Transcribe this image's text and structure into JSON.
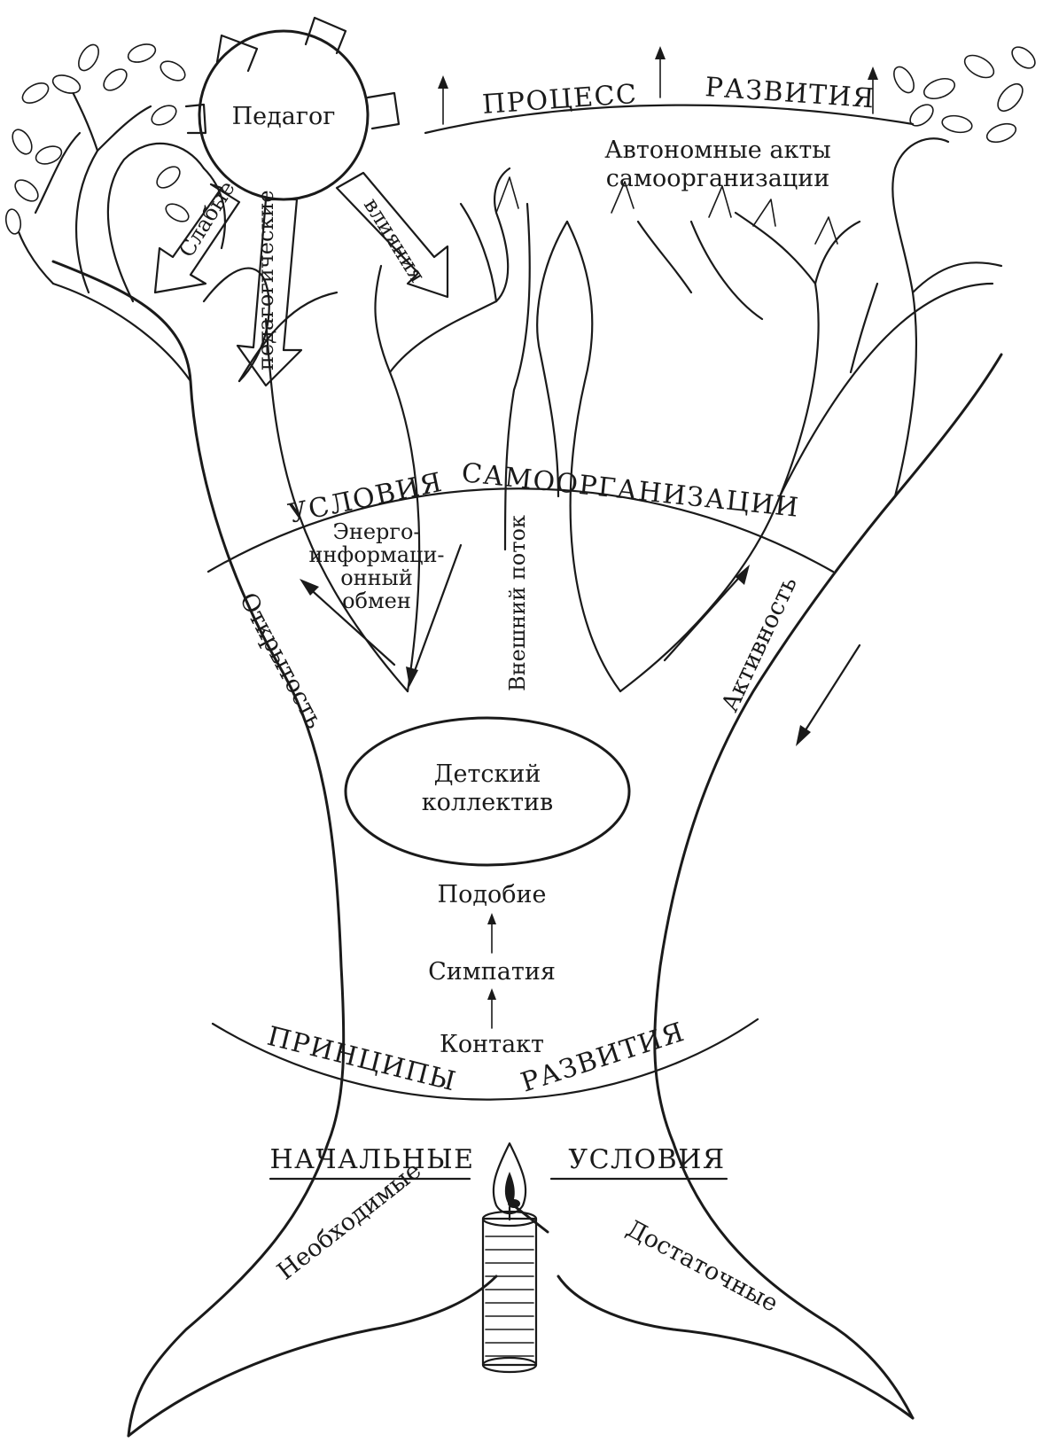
{
  "diagram": {
    "teacher": "Педагог",
    "influence": {
      "word1": "Слабые",
      "word2": "педагогические",
      "word3": "влияния"
    },
    "process": {
      "left": "ПРОЦЕСС",
      "right": "РАЗВИТИЯ"
    },
    "autonomous": {
      "line1": "Автономные акты",
      "line2": "самоорганизации"
    },
    "conditions": {
      "left": "УСЛОВИЯ",
      "right": "САМООРГАНИЗАЦИИ"
    },
    "exchange": {
      "line1": "Энерго-",
      "line2": "информаци-",
      "line3": "онный",
      "line4": "обмен"
    },
    "external_flow": "Внешний поток",
    "openness": "Открытость",
    "activity": "Активность",
    "collective": {
      "line1": "Детский",
      "line2": "коллектив"
    },
    "chain": {
      "top": "Подобие",
      "middle": "Симпатия",
      "bottom": "Контакт"
    },
    "principles": {
      "left": "ПРИНЦИПЫ",
      "right": "РАЗВИТИЯ"
    },
    "initial": {
      "left": "НАЧАЛЬНЫЕ",
      "right": "УСЛОВИЯ"
    },
    "roots": {
      "left": "Необходимые",
      "right": "Достаточные"
    }
  }
}
